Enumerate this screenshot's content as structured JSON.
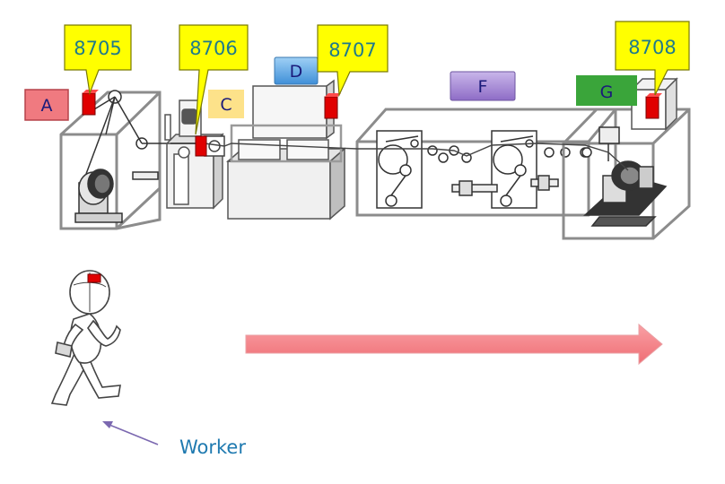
{
  "callouts": {
    "c8705": "8705",
    "c8706": "8706",
    "c8707": "8707",
    "c8708": "8708"
  },
  "stages": {
    "a": "A",
    "c": "C",
    "d": "D",
    "f": "F",
    "g": "G"
  },
  "worker_label": "Worker",
  "colors": {
    "callout_fill": "#ffff00",
    "callout_text": "#1f7a8c",
    "sensor_red": "#e00000",
    "stage_a": "#f07a80",
    "stage_c": "#fde28a",
    "stage_d": "#5aa9e6",
    "stage_f": "#a78bd4",
    "stage_g": "#3aa53a",
    "flow_arrow": "#f47a80",
    "worker_text": "#1f7ab0",
    "machine_line": "#8c8c8c"
  }
}
